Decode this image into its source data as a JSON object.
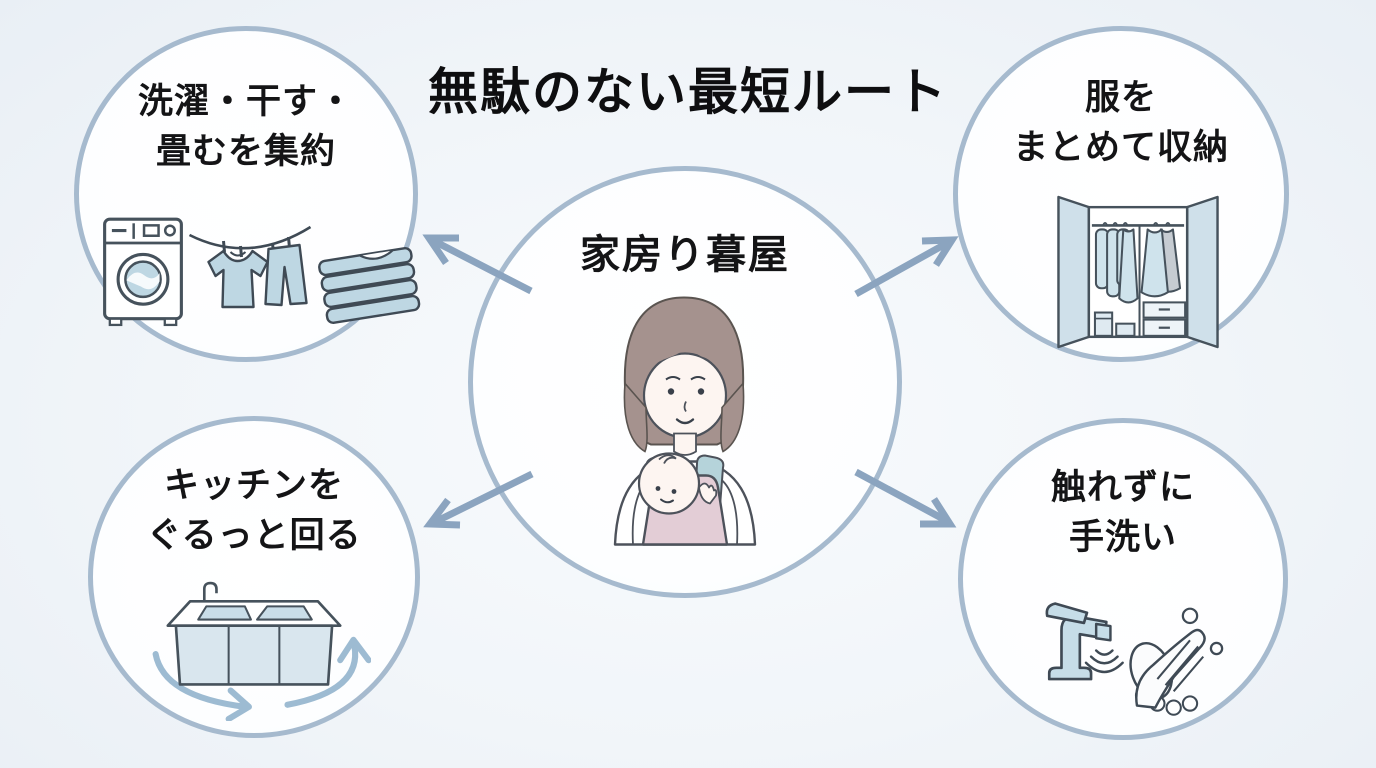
{
  "title": "無駄のない最短ルート",
  "center_circle": {
    "label": "家房り暮屋",
    "illustration": "mother-carrying-baby"
  },
  "nodes": {
    "laundry": {
      "line1": "洗濯・干す・",
      "line2": "畳むを集約",
      "icons": [
        "washing-machine-icon",
        "clothesline-icon",
        "folded-clothes-icon"
      ],
      "position": "top-left"
    },
    "closet": {
      "line1": "服を",
      "line2": "まとめて収納",
      "icons": [
        "wardrobe-icon"
      ],
      "position": "top-right"
    },
    "kitchen": {
      "line1": "キッチンを",
      "line2": "ぐるっと回る",
      "icons": [
        "kitchen-island-loop-icon"
      ],
      "position": "bottom-left"
    },
    "handwash": {
      "line1": "触れずに",
      "line2": "手洗い",
      "icons": [
        "touchless-faucet-icon",
        "washing-hands-icon"
      ],
      "position": "bottom-right"
    }
  },
  "arrows": [
    "center-to-top-left",
    "center-to-top-right",
    "center-to-bottom-left",
    "center-to-bottom-right"
  ],
  "colors": {
    "background": "#eef3f8",
    "circle_border": "#a6bace",
    "arrow": "#8ba4bf",
    "icon_fill": "#bed7e3",
    "icon_outline": "#46525c",
    "text": "#141416",
    "carrier_pink": "#e3cdd6",
    "strap_blue": "#b5d3da",
    "hair_brown": "#a5928e",
    "loop_arrow": "#9dbbd2"
  }
}
